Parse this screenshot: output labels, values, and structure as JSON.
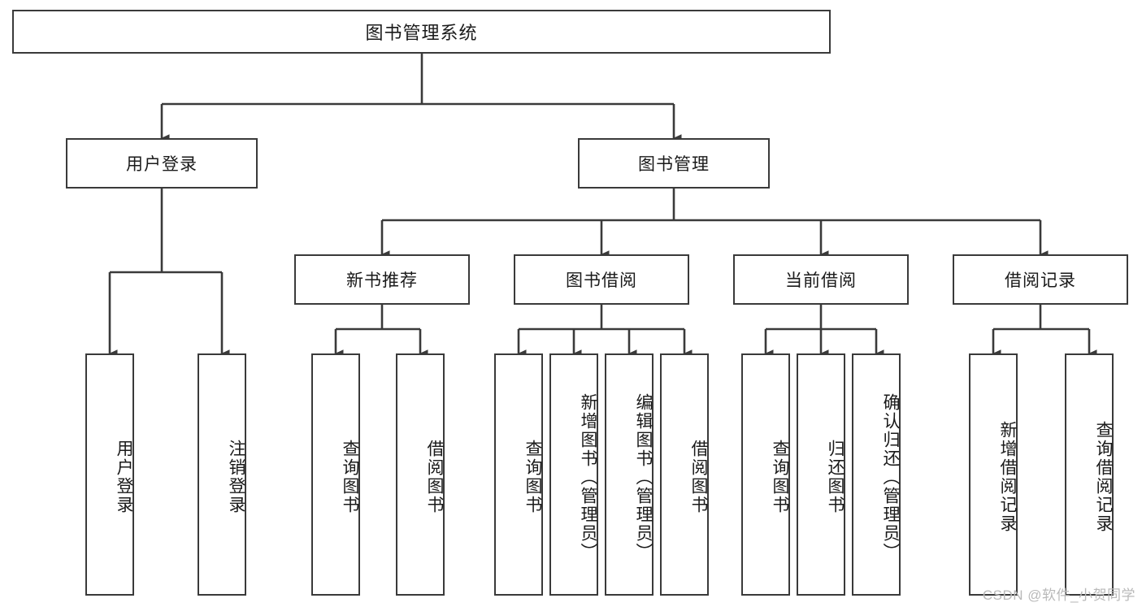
{
  "diagram": {
    "title": "图书管理系统",
    "type": "tree-hierarchy-diagram",
    "colors": {
      "stroke": "#3a3a3a",
      "fill": "#ffffff",
      "text": "#1a1a1a",
      "watermark": "#b9b9b9"
    },
    "root": {
      "label": "图书管理系统"
    },
    "level2": [
      {
        "label": "用户登录"
      },
      {
        "label": "图书管理"
      }
    ],
    "level3": [
      {
        "label": "新书推荐"
      },
      {
        "label": "图书借阅"
      },
      {
        "label": "当前借阅"
      },
      {
        "label": "借阅记录"
      }
    ],
    "leaves": {
      "user_login": [
        {
          "label": "用户登录"
        },
        {
          "label": "注销登录"
        }
      ],
      "new_book_recommend": [
        {
          "label": "查询图书"
        },
        {
          "label": "借阅图书"
        }
      ],
      "book_borrow": [
        {
          "label": "查询图书"
        },
        {
          "label": "新增图书（管理员）"
        },
        {
          "label": "编辑图书（管理员）"
        },
        {
          "label": "借阅图书"
        }
      ],
      "current_borrow": [
        {
          "label": "查询图书"
        },
        {
          "label": "归还图书"
        },
        {
          "label": "确认归还（管理员）"
        }
      ],
      "borrow_record": [
        {
          "label": "新增借阅记录"
        },
        {
          "label": "查询借阅记录"
        }
      ]
    }
  },
  "watermark": {
    "text": "CSDN @软件_小贺同学"
  }
}
